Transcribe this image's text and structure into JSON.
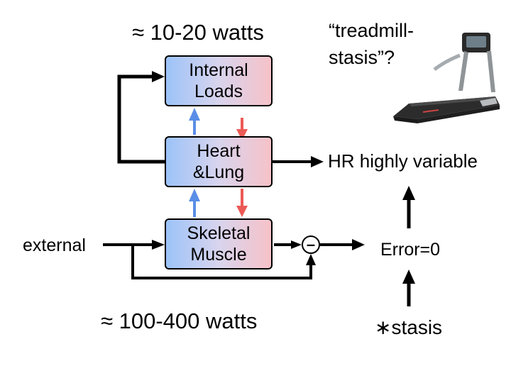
{
  "labels": {
    "internal_power": "≈ 10-20 watts",
    "external_power": "≈ 100-400 watts",
    "treadmill_question": [
      "“treadmill-",
      "stasis”?"
    ],
    "hr_variable": "HR highly variable",
    "error": "Error=0",
    "stasis": "∗stasis",
    "external": "external",
    "sum_sign": "–"
  },
  "blocks": {
    "internal_loads": [
      "Internal",
      "Loads"
    ],
    "heart_lung": [
      "Heart",
      "&Lung"
    ],
    "skeletal_muscle": [
      "Skeletal",
      "Muscle"
    ]
  },
  "colors": {
    "up_arrow": "#5a8ee6",
    "down_arrow": "#ec5a56",
    "gradient_left": "#9cc3f8",
    "gradient_right": "#f6c2c8",
    "line": "#000000"
  },
  "icons": {
    "treadmill": "treadmill-icon"
  }
}
